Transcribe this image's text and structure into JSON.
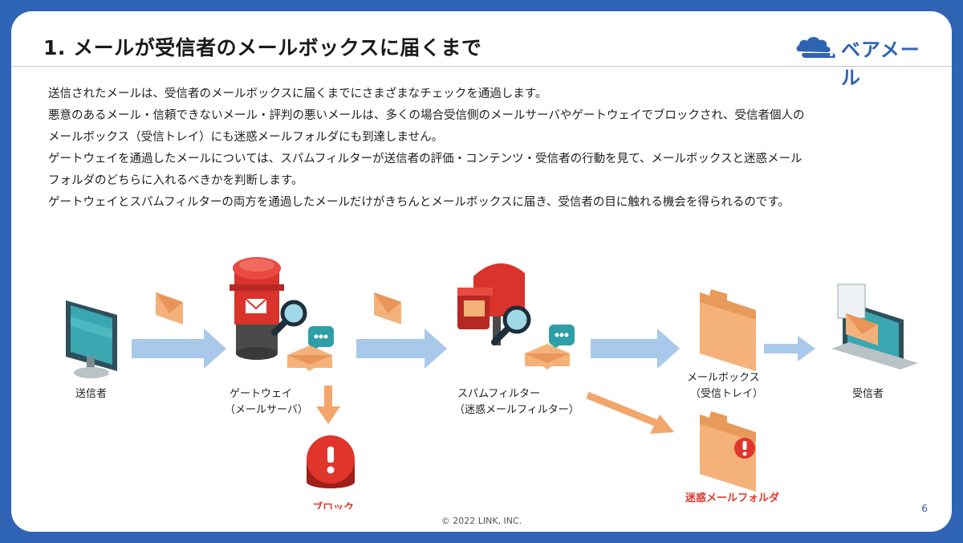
{
  "slide": {
    "title": "1. メールが受信者のメールボックスに届くまで",
    "logo_text": "ベアメール",
    "paragraphs": [
      "送信されたメールは、受信者のメールボックスに届くまでにさまざまなチェックを通過します。",
      "悪意のあるメール・信頼できないメール・評判の悪いメールは、多くの場合受信側のメールサーバやゲートウェイでブロックされ、受信者個人の",
      "メールボックス（受信トレイ）にも迷惑メールフォルダにも到達しません。",
      "ゲートウェイを通過したメールについては、スパムフィルターが送信者の評価・コンテンツ・受信者の行動を見て、メールボックスと迷惑メール",
      "フォルダのどちらに入れるべきかを判断します。",
      "ゲートウェイとスパムフィルターの両方を通過したメールだけがきちんとメールボックスに届き、受信者の目に触れる機会を得られるのです。"
    ],
    "footer": "© 2022 LINK, INC.",
    "page_number": "6"
  },
  "diagram": {
    "sender": "送信者",
    "gateway_line1": "ゲートウェイ",
    "gateway_line2": "（メールサーバ）",
    "spam_line1": "スパムフィルター",
    "spam_line2": "（迷惑メールフィルター）",
    "mailbox_line1": "メールボックス",
    "mailbox_line2": "（受信トレイ）",
    "recipient": "受信者",
    "blocked": "ブロック",
    "junk_folder": "迷惑メールフォルダ"
  },
  "colors": {
    "brand": "#2f63b3",
    "arrow_blue": "#a8c9ea",
    "arrow_orange": "#f2a66b",
    "alert_red": "#e0352b",
    "folder": "#f2b07a"
  }
}
